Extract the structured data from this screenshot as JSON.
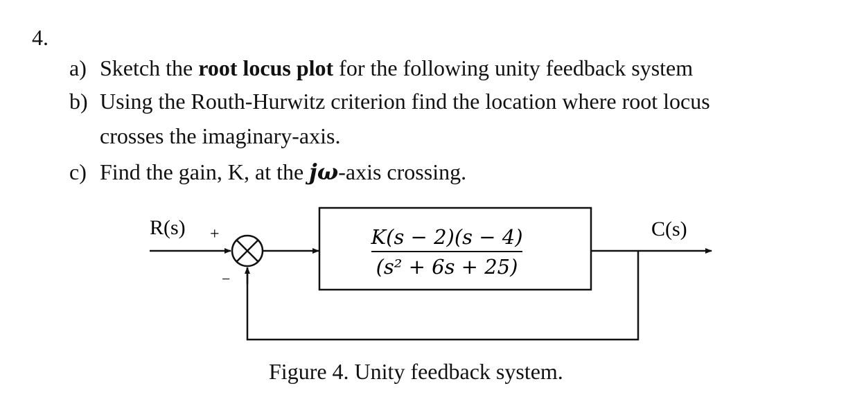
{
  "question_number": "4.",
  "parts": {
    "a": {
      "marker": "a)",
      "pre": "Sketch the ",
      "bold": "root locus plot",
      "post": " for the following unity feedback system"
    },
    "b": {
      "marker": "b)",
      "line1": "Using the Routh-Hurwitz criterion find the location where root locus",
      "line2": "crosses the imaginary-axis."
    },
    "c": {
      "marker": "c)",
      "pre": "Find the gain, K, at the ",
      "symbol": "jω",
      "post": "-axis crossing."
    }
  },
  "diagram": {
    "input_label": "R(s)",
    "output_label": "C(s)",
    "plus_sign": "+",
    "minus_sign": "−",
    "numerator": "K(s − 2)(s − 4)",
    "denominator": "(s² + 6s + 25)"
  },
  "caption": "Figure 4. Unity feedback system."
}
